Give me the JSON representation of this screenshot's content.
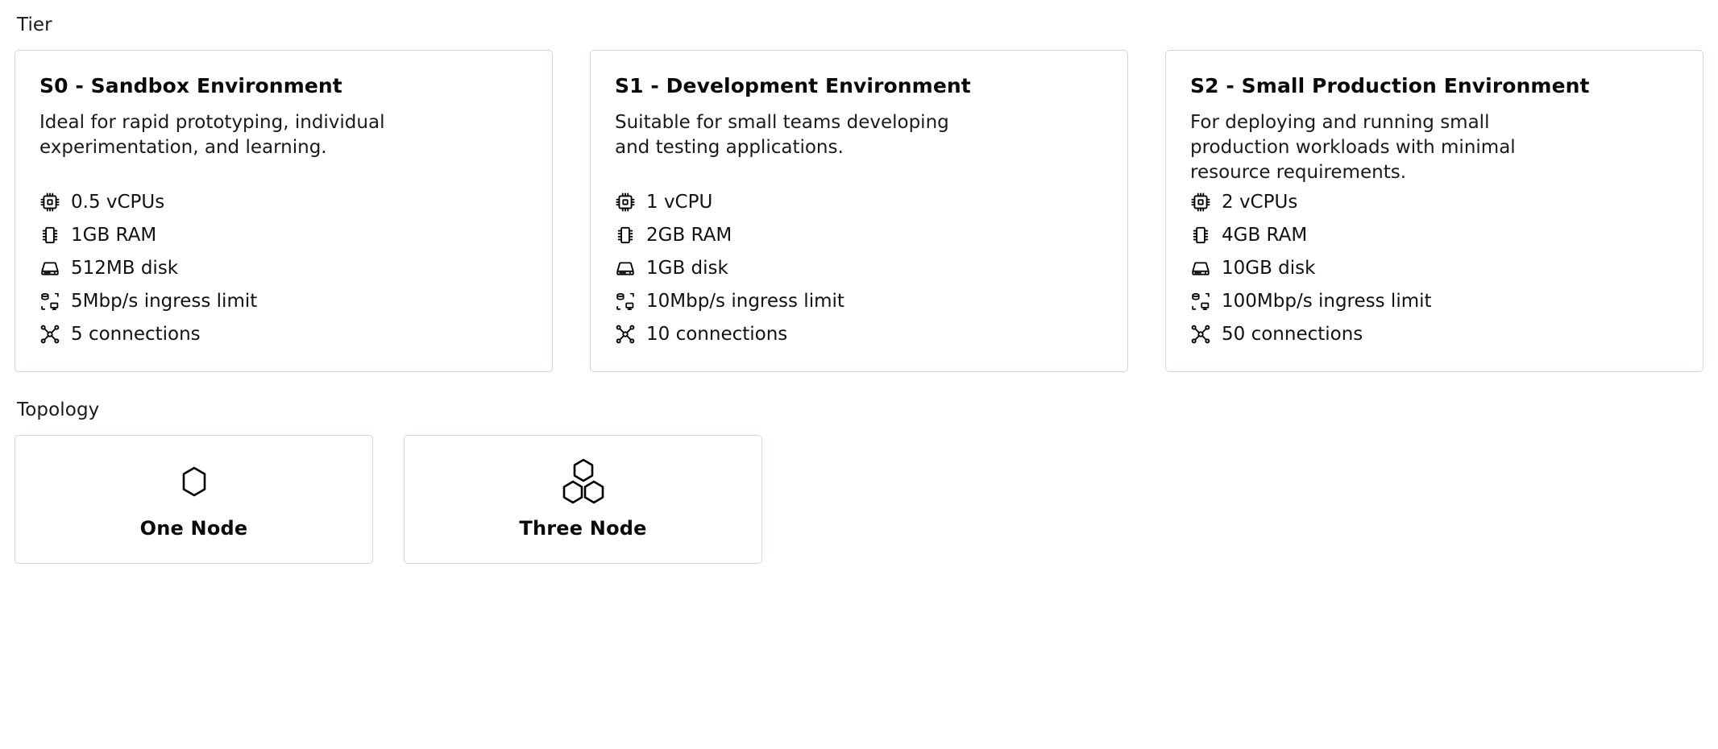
{
  "tier": {
    "label": "Tier",
    "cards": [
      {
        "title": "S0 - Sandbox Environment",
        "description": "Ideal for rapid prototyping, individual experimentation, and learning.",
        "specs": [
          {
            "icon": "cpu-icon",
            "text": "0.5 vCPUs"
          },
          {
            "icon": "memory-icon",
            "text": "1GB RAM"
          },
          {
            "icon": "disk-icon",
            "text": "512MB disk"
          },
          {
            "icon": "network-throughput-icon",
            "text": "5Mbp/s ingress limit"
          },
          {
            "icon": "connections-icon",
            "text": "5 connections"
          }
        ]
      },
      {
        "title": "S1 - Development Environment",
        "description": "Suitable for small teams developing and testing applications.",
        "specs": [
          {
            "icon": "cpu-icon",
            "text": "1 vCPU"
          },
          {
            "icon": "memory-icon",
            "text": "2GB RAM"
          },
          {
            "icon": "disk-icon",
            "text": "1GB disk"
          },
          {
            "icon": "network-throughput-icon",
            "text": "10Mbp/s ingress limit"
          },
          {
            "icon": "connections-icon",
            "text": "10 connections"
          }
        ]
      },
      {
        "title": "S2 - Small Production Environment",
        "description": "For deploying and running small production workloads with minimal resource requirements.",
        "specs": [
          {
            "icon": "cpu-icon",
            "text": "2 vCPUs"
          },
          {
            "icon": "memory-icon",
            "text": "4GB RAM"
          },
          {
            "icon": "disk-icon",
            "text": "10GB disk"
          },
          {
            "icon": "network-throughput-icon",
            "text": "100Mbp/s ingress limit"
          },
          {
            "icon": "connections-icon",
            "text": "50 connections"
          }
        ]
      }
    ]
  },
  "topology": {
    "label": "Topology",
    "options": [
      {
        "icon": "single-hexagon-icon",
        "label": "One Node"
      },
      {
        "icon": "triple-hexagon-icon",
        "label": "Three Node"
      }
    ]
  },
  "colors": {
    "card_border": "#ccd6dd",
    "text": "#111111",
    "background": "#ffffff"
  }
}
